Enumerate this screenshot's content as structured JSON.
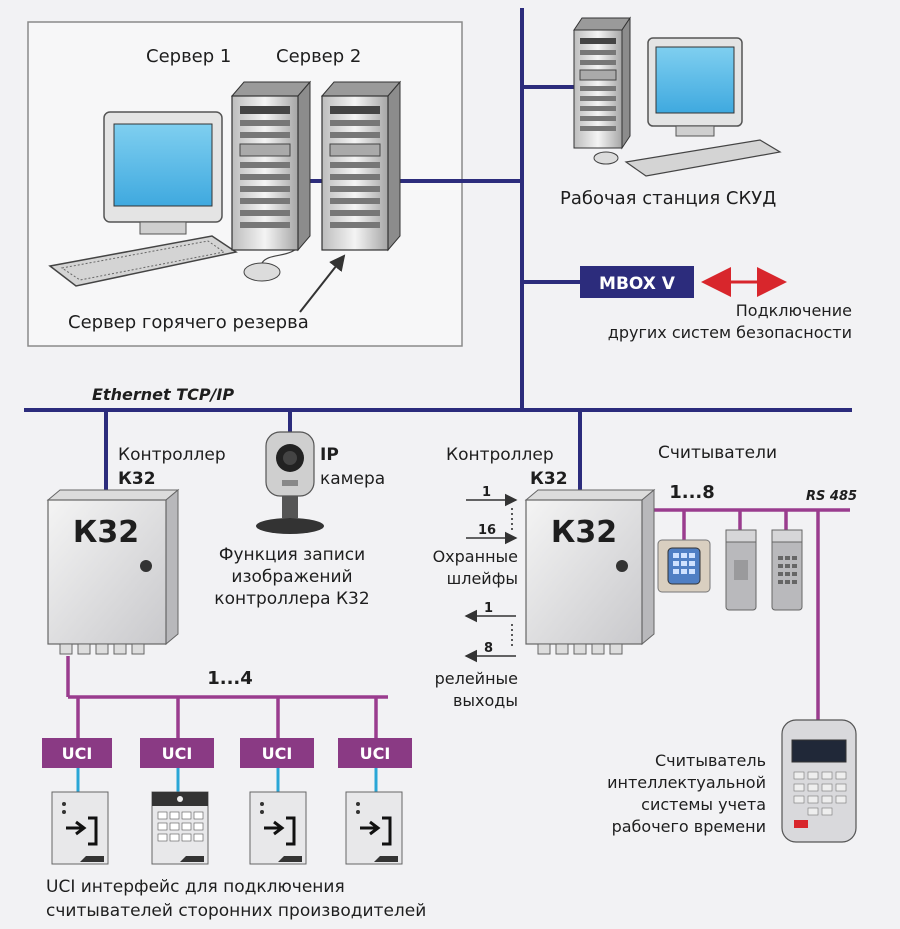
{
  "server_group": {
    "server1_label": "Сервер 1",
    "server2_label": "Сервер 2",
    "hot_standby_label": "Сервер горячего резерва"
  },
  "workstation": {
    "label": "Рабочая станция СКУД"
  },
  "mbox": {
    "label": "MBOX V",
    "note_line1": "Подключение",
    "note_line2": "других систем безопасности"
  },
  "network": {
    "ethernet_label": "Ethernet TCP/IP",
    "rs485_label": "RS 485"
  },
  "controller_left": {
    "caption_line1": "Контроллер",
    "caption_line2": "К32",
    "box_label": "К32",
    "uci_count": "1...4"
  },
  "ip_camera": {
    "label_line1": "IP",
    "label_line2": "камера",
    "function_line1": "Функция записи",
    "function_line2": "изображений",
    "function_line3": "контроллера К32"
  },
  "controller_right": {
    "caption_line1": "Контроллер",
    "caption_line2": "К32",
    "box_label": "К32",
    "loops_from": "1",
    "loops_to": "16",
    "loops_line1": "Охранные",
    "loops_line2": "шлейфы",
    "relay_from": "1",
    "relay_to": "8",
    "relay_line1": "релейные",
    "relay_line2": "выходы"
  },
  "readers": {
    "label": "Считыватели",
    "count": "1...8"
  },
  "time_reader": {
    "line1": "Считыватель",
    "line2": "интеллектуальной",
    "line3": "системы учета",
    "line4": "рабочего времени"
  },
  "uci": {
    "module_labels": [
      "UCI",
      "UCI",
      "UCI",
      "UCI"
    ],
    "caption_line1": "UCI интерфейс для подключения",
    "caption_line2": "считывателей сторонних производителей"
  },
  "colors": {
    "network_line": "#2c2c7c",
    "rs485_line": "#9a3c8e",
    "uci_box": "#8a3a84",
    "uci_link": "#2aa6d6",
    "arrow_red": "#d8262c",
    "mbox_box": "#2c2c7c"
  }
}
